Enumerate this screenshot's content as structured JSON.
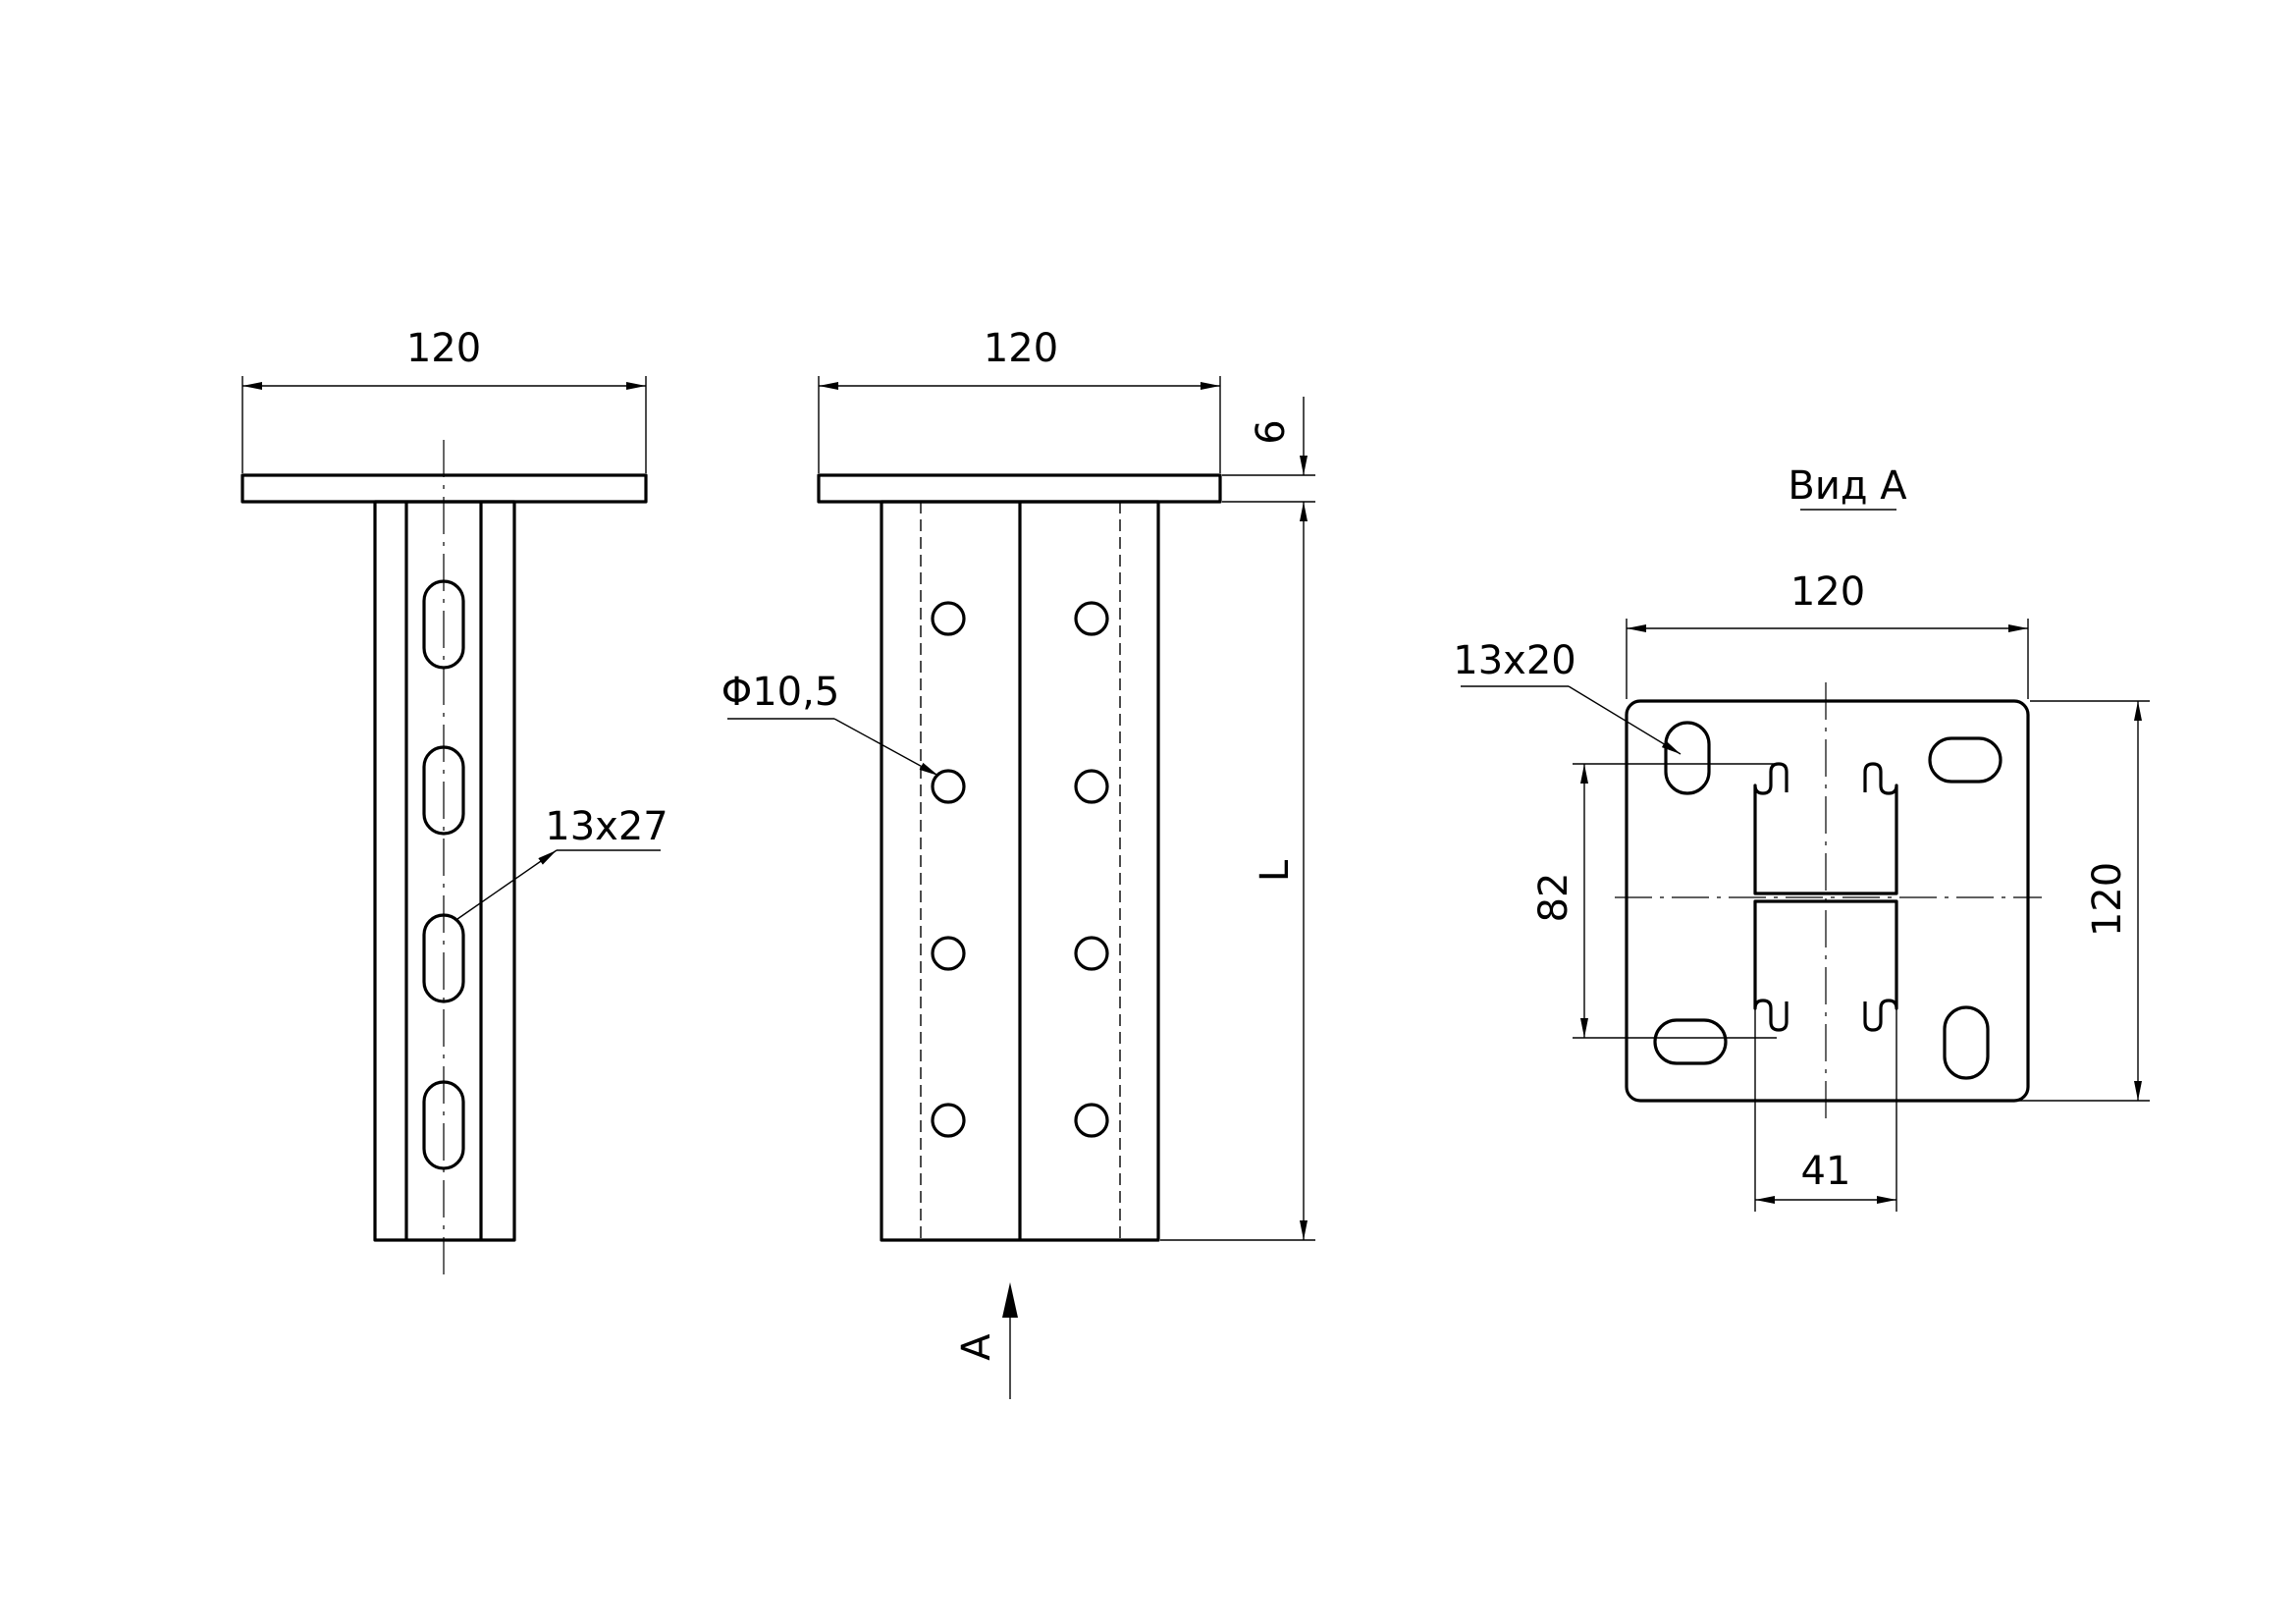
{
  "front_view": {
    "width_dim": "120",
    "slot_label": "13x27"
  },
  "side_view": {
    "width_dim": "120",
    "plate_thickness_dim": "6",
    "length_dim": "L",
    "hole_label": "Φ10,5",
    "view_arrow_label": "A"
  },
  "view_a": {
    "title": "Вид А",
    "width_dim": "120",
    "height_dim": "120",
    "slot_label": "13x20",
    "profile_height_dim": "82",
    "profile_width_dim": "41"
  }
}
